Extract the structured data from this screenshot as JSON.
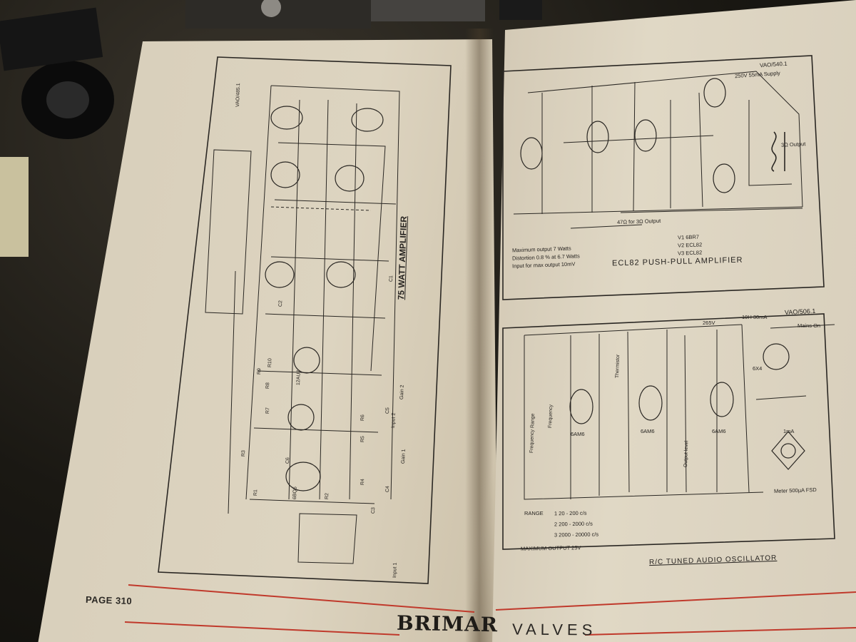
{
  "page": {
    "page_label": "PAGE 310",
    "brand": "BRIMAR",
    "brand_suffix": "VALVES"
  },
  "left_diagram": {
    "title": "75 WATT AMPLIFIER",
    "code": "VAO/485.1",
    "labels": [
      "Input 1",
      "Input 2",
      "Gain 1",
      "Gain 2",
      "12AU7",
      "6BQ5",
      "R1",
      "R2",
      "R3",
      "R4",
      "R5",
      "R6",
      "R7",
      "R8",
      "R9",
      "R10",
      "C1",
      "C2",
      "C3",
      "C4",
      "C5",
      "C6"
    ]
  },
  "right_top_diagram": {
    "title": "ECL82 PUSH-PULL AMPLIFIER",
    "code": "VAO/540.1",
    "output_label": "3Ω Output",
    "feedback_label": "47Ω for 3Ω Output",
    "specs": [
      "Maximum output 7 Watts",
      "Distortion 0.8 % at 6.7 Watts",
      "Input for max output 10mV"
    ],
    "valves": [
      "V1  6BR7",
      "V2  ECL82",
      "V3  ECL82"
    ],
    "supply": "250V 55mA Supply"
  },
  "right_bottom_diagram": {
    "title": "R/C TUNED AUDIO OSCILLATOR",
    "code": "VAO/506.1",
    "supply_voltage": "265V",
    "choke": "10H 30mA",
    "mains": "Mains On",
    "meter": "Meter 500µA FSD",
    "valves": [
      "6AM6",
      "6AM6",
      "6AM6"
    ],
    "labels": [
      "Frequency",
      "Frequency Range",
      "Output level",
      "Thermistor",
      "6X4",
      "1mA"
    ],
    "range_header": "RANGE",
    "ranges": [
      "1    20 - 200 c/s",
      "2    200 - 2000 c/s",
      "3    2000 - 20000 c/s"
    ],
    "max_output": "MAXIMUM OUTPUT  25V"
  },
  "colors": {
    "paper": "#ddd4c0",
    "ink": "#262320",
    "rule_red": "#c0392b"
  }
}
